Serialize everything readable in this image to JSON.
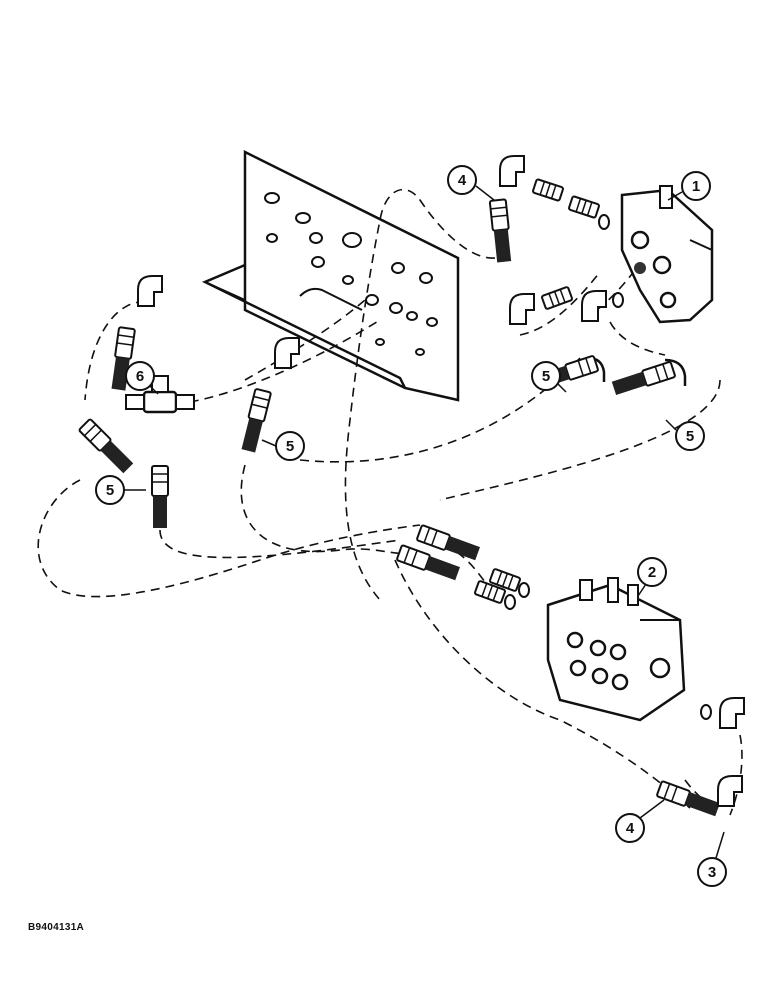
{
  "callouts": {
    "c1": "1",
    "c2": "2",
    "c3": "3",
    "c4a": "4",
    "c4b": "4",
    "c5a": "5",
    "c5b": "5",
    "c5c": "5",
    "c5d": "5",
    "c6": "6"
  },
  "figure_code": "B9404131A"
}
